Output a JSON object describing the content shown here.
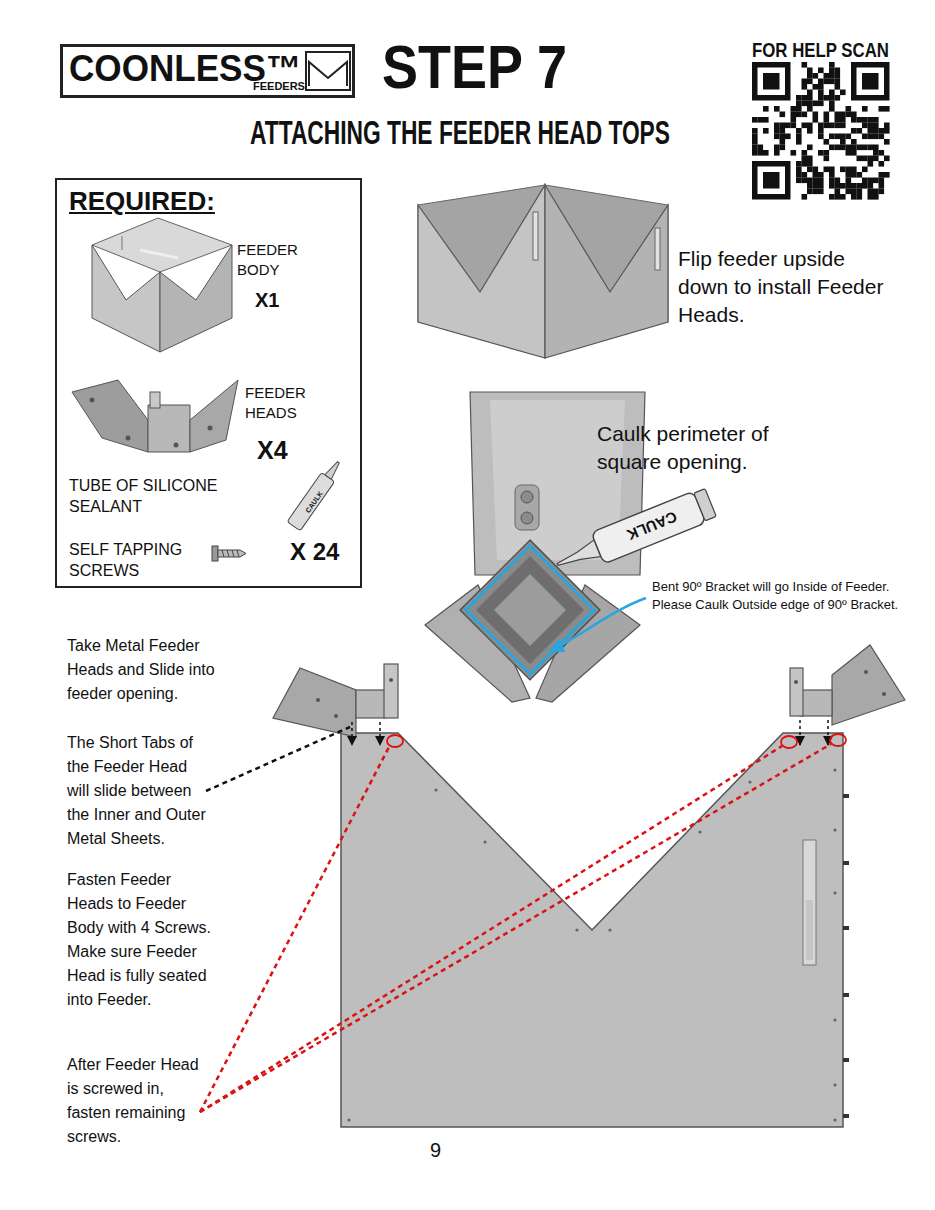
{
  "diagram": {
    "title": "ATTACHING THE FEEDER HEAD TOPS",
    "nodes": [
      {
        "text": [
          "COONLESS™",
          "FEEDERS"
        ]
      },
      {
        "text": [
          "REQUIRED:",
          "FEEDER BODY",
          "X1",
          "FEEDER HEADS",
          "X4",
          "TUBE OF SILICONE SEALANT",
          "CAULK",
          "SELF TAPPING SCREWS",
          "X 24"
        ]
      }
    ],
    "labels": [
      "STEP 7",
      "FOR HELP SCAN",
      "Flip feeder upside down to install Feeder Heads.",
      "Caulk perimeter of square opening.",
      "CAULK",
      "Bent 90º Bracket will go Inside of Feeder. Please Caulk Outside edge of 90º Bracket.",
      "Take Metal Feeder Heads and Slide into feeder opening.",
      "The Short Tabs of the Feeder Head will slide between the Inner and Outer Metal Sheets.",
      "Fasten Feeder Heads to Feeder Body with 4 Screws. Make sure Feeder Head is fully seated into Feeder.",
      "After Feeder Head is screwed in, fasten remaining screws.",
      "9"
    ]
  }
}
